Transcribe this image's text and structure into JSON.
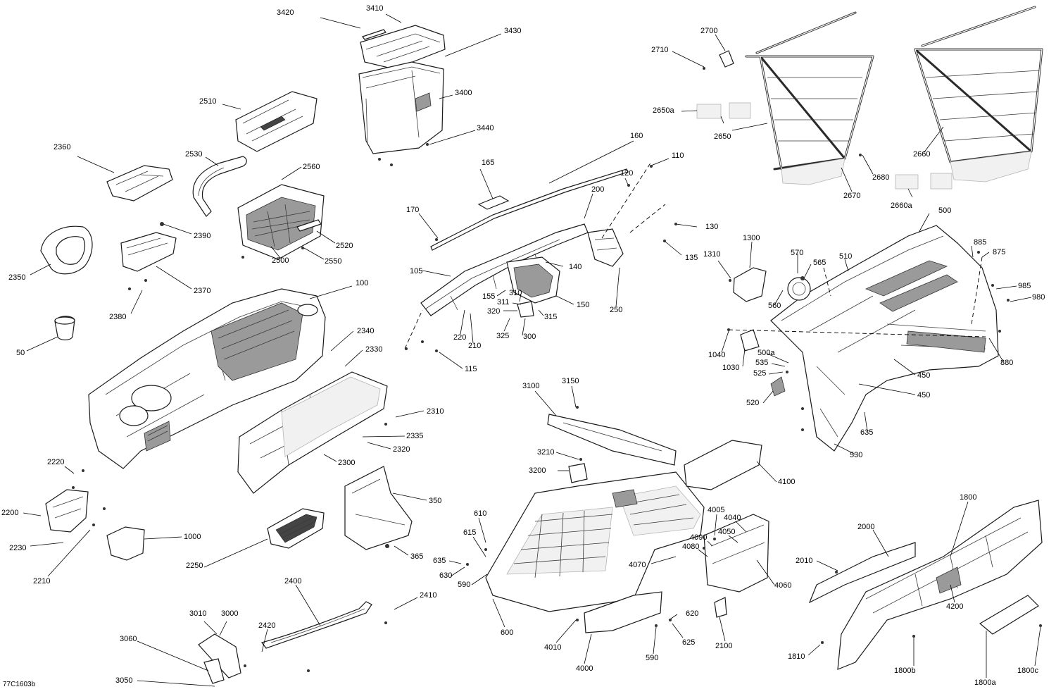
{
  "drawing_code": "77C1603b",
  "callouts": [
    {
      "id": "3420",
      "text": "3420"
    },
    {
      "id": "3410",
      "text": "3410"
    },
    {
      "id": "3430",
      "text": "3430"
    },
    {
      "id": "3400",
      "text": "3400"
    },
    {
      "id": "3440",
      "text": "3440"
    },
    {
      "id": "2510",
      "text": "2510"
    },
    {
      "id": "2360",
      "text": "2360"
    },
    {
      "id": "2530",
      "text": "2530"
    },
    {
      "id": "2560",
      "text": "2560"
    },
    {
      "id": "2390",
      "text": "2390"
    },
    {
      "id": "2520",
      "text": "2520"
    },
    {
      "id": "2500",
      "text": "2500"
    },
    {
      "id": "2550",
      "text": "2550"
    },
    {
      "id": "2350",
      "text": "2350"
    },
    {
      "id": "2370",
      "text": "2370"
    },
    {
      "id": "2380",
      "text": "2380"
    },
    {
      "id": "100",
      "text": "100"
    },
    {
      "id": "50",
      "text": "50"
    },
    {
      "id": "2340",
      "text": "2340"
    },
    {
      "id": "2330",
      "text": "2330"
    },
    {
      "id": "2310",
      "text": "2310"
    },
    {
      "id": "2335",
      "text": "2335"
    },
    {
      "id": "2320",
      "text": "2320"
    },
    {
      "id": "2300",
      "text": "2300"
    },
    {
      "id": "2220",
      "text": "2220"
    },
    {
      "id": "2200",
      "text": "2200"
    },
    {
      "id": "2230",
      "text": "2230"
    },
    {
      "id": "2210",
      "text": "2210"
    },
    {
      "id": "1000",
      "text": "1000"
    },
    {
      "id": "2250",
      "text": "2250"
    },
    {
      "id": "350",
      "text": "350"
    },
    {
      "id": "365",
      "text": "365"
    },
    {
      "id": "2400",
      "text": "2400"
    },
    {
      "id": "2410",
      "text": "2410"
    },
    {
      "id": "2420",
      "text": "2420"
    },
    {
      "id": "3010",
      "text": "3010"
    },
    {
      "id": "3000",
      "text": "3000"
    },
    {
      "id": "3060",
      "text": "3060"
    },
    {
      "id": "3050",
      "text": "3050"
    },
    {
      "id": "160",
      "text": "160"
    },
    {
      "id": "165",
      "text": "165"
    },
    {
      "id": "110",
      "text": "110"
    },
    {
      "id": "120",
      "text": "120"
    },
    {
      "id": "200",
      "text": "200"
    },
    {
      "id": "170",
      "text": "170"
    },
    {
      "id": "130",
      "text": "130"
    },
    {
      "id": "135",
      "text": "135"
    },
    {
      "id": "105",
      "text": "105"
    },
    {
      "id": "140",
      "text": "140"
    },
    {
      "id": "155",
      "text": "155"
    },
    {
      "id": "310",
      "text": "310"
    },
    {
      "id": "311",
      "text": "311"
    },
    {
      "id": "150",
      "text": "150"
    },
    {
      "id": "320",
      "text": "320"
    },
    {
      "id": "315",
      "text": "315"
    },
    {
      "id": "325",
      "text": "325"
    },
    {
      "id": "300",
      "text": "300"
    },
    {
      "id": "220",
      "text": "220"
    },
    {
      "id": "210",
      "text": "210"
    },
    {
      "id": "250",
      "text": "250"
    },
    {
      "id": "115",
      "text": "115"
    },
    {
      "id": "2700",
      "text": "2700"
    },
    {
      "id": "2710",
      "text": "2710"
    },
    {
      "id": "2650a",
      "text": "2650a"
    },
    {
      "id": "2650",
      "text": "2650"
    },
    {
      "id": "2660",
      "text": "2660"
    },
    {
      "id": "2680",
      "text": "2680"
    },
    {
      "id": "2670",
      "text": "2670"
    },
    {
      "id": "2660a",
      "text": "2660a"
    },
    {
      "id": "500",
      "text": "500"
    },
    {
      "id": "1300",
      "text": "1300"
    },
    {
      "id": "1310",
      "text": "1310"
    },
    {
      "id": "570",
      "text": "570"
    },
    {
      "id": "565",
      "text": "565"
    },
    {
      "id": "510",
      "text": "510"
    },
    {
      "id": "885",
      "text": "885"
    },
    {
      "id": "875",
      "text": "875"
    },
    {
      "id": "985",
      "text": "985"
    },
    {
      "id": "980",
      "text": "980"
    },
    {
      "id": "560",
      "text": "560"
    },
    {
      "id": "1040",
      "text": "1040"
    },
    {
      "id": "500a",
      "text": "500a"
    },
    {
      "id": "535",
      "text": "535"
    },
    {
      "id": "525",
      "text": "525"
    },
    {
      "id": "1030",
      "text": "1030"
    },
    {
      "id": "880",
      "text": "880"
    },
    {
      "id": "450a",
      "text": "450"
    },
    {
      "id": "450b",
      "text": "450"
    },
    {
      "id": "520",
      "text": "520"
    },
    {
      "id": "635a",
      "text": "635"
    },
    {
      "id": "530",
      "text": "530"
    },
    {
      "id": "3100",
      "text": "3100"
    },
    {
      "id": "3150",
      "text": "3150"
    },
    {
      "id": "3210",
      "text": "3210"
    },
    {
      "id": "3200",
      "text": "3200"
    },
    {
      "id": "4100",
      "text": "4100"
    },
    {
      "id": "610",
      "text": "610"
    },
    {
      "id": "615",
      "text": "615"
    },
    {
      "id": "635b",
      "text": "635"
    },
    {
      "id": "630",
      "text": "630"
    },
    {
      "id": "590a",
      "text": "590"
    },
    {
      "id": "4005",
      "text": "4005"
    },
    {
      "id": "4040",
      "text": "4040"
    },
    {
      "id": "4090",
      "text": "4090"
    },
    {
      "id": "4050",
      "text": "4050"
    },
    {
      "id": "4080",
      "text": "4080"
    },
    {
      "id": "4070",
      "text": "4070"
    },
    {
      "id": "4060",
      "text": "4060"
    },
    {
      "id": "600",
      "text": "600"
    },
    {
      "id": "620",
      "text": "620"
    },
    {
      "id": "625",
      "text": "625"
    },
    {
      "id": "2100",
      "text": "2100"
    },
    {
      "id": "4010",
      "text": "4010"
    },
    {
      "id": "4000",
      "text": "4000"
    },
    {
      "id": "590b",
      "text": "590"
    },
    {
      "id": "1800",
      "text": "1800"
    },
    {
      "id": "2000",
      "text": "2000"
    },
    {
      "id": "2010",
      "text": "2010"
    },
    {
      "id": "4200",
      "text": "4200"
    },
    {
      "id": "1810",
      "text": "1810"
    },
    {
      "id": "1800b",
      "text": "1800b"
    },
    {
      "id": "1800a",
      "text": "1800a"
    },
    {
      "id": "1800c",
      "text": "1800c"
    }
  ]
}
